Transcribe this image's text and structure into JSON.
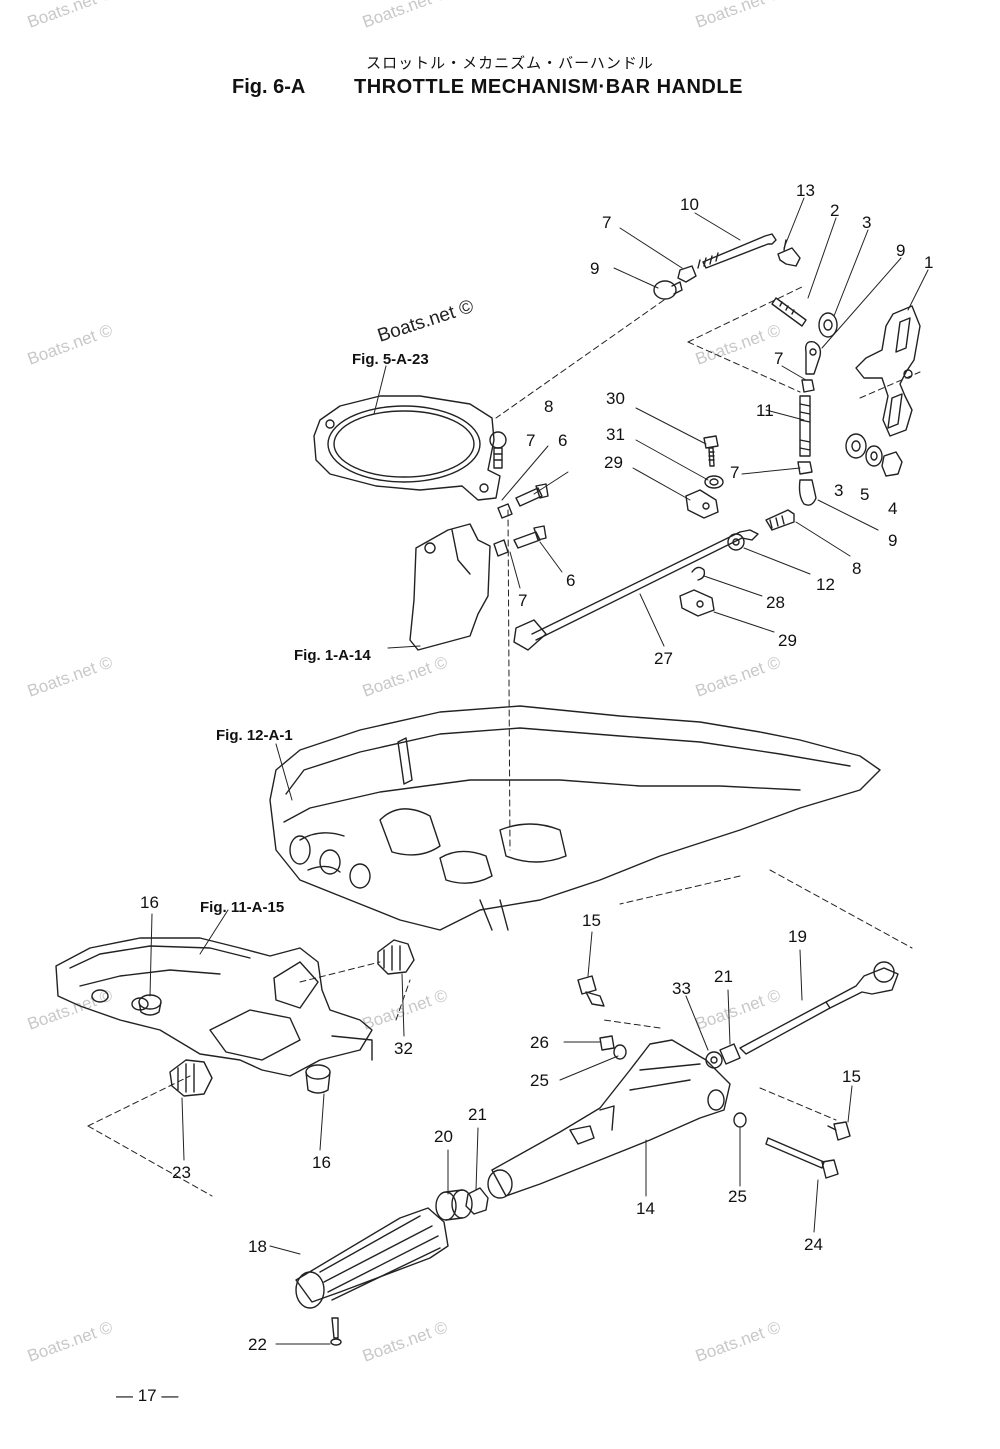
{
  "header": {
    "japanese_title": "スロットル・メカニズム・バーハンドル",
    "figure_id": "Fig. 6-A",
    "figure_title": "THROTTLE MECHANISM·BAR HANDLE"
  },
  "references": {
    "ref_5a23": "Fig. 5-A-23",
    "ref_1a14": "Fig. 1-A-14",
    "ref_12a1": "Fig. 12-A-1",
    "ref_11a15": "Fig. 11-A-15"
  },
  "watermark": "Boats.net ©",
  "page_number": "— 17 —",
  "callouts": {
    "n1": "1",
    "n2": "2",
    "n3a": "3",
    "n3b": "3",
    "n4": "4",
    "n5": "5",
    "n6a": "6",
    "n6b": "6",
    "n7a": "7",
    "n7b": "7",
    "n7c": "7",
    "n7d": "7",
    "n7e": "7",
    "n8a": "8",
    "n8b": "8",
    "n9a": "9",
    "n9b": "9",
    "n9c": "9",
    "n10": "10",
    "n11": "11",
    "n12": "12",
    "n13": "13",
    "n14": "14",
    "n15a": "15",
    "n15b": "15",
    "n16a": "16",
    "n16b": "16",
    "n18": "18",
    "n19": "19",
    "n20": "20",
    "n21a": "21",
    "n21b": "21",
    "n22": "22",
    "n23": "23",
    "n24": "24",
    "n25a": "25",
    "n25b": "25",
    "n26": "26",
    "n27": "27",
    "n28": "28",
    "n29a": "29",
    "n29b": "29",
    "n30": "30",
    "n31": "31",
    "n32": "32",
    "n33": "33"
  }
}
